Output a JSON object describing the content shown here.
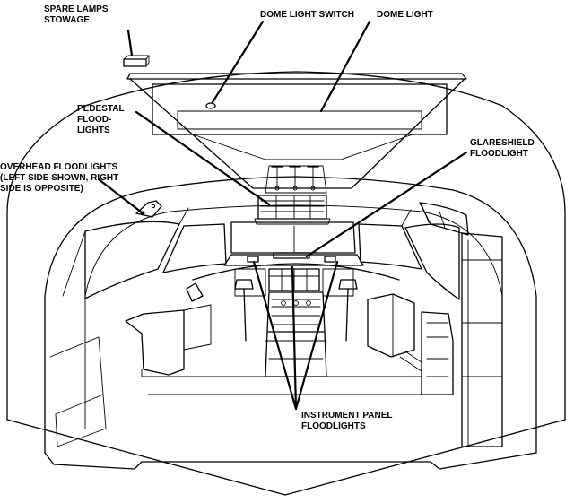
{
  "labels": {
    "spare_lamps_1": "SPARE LAMPS",
    "spare_lamps_2": "STOWAGE",
    "dome_switch": "DOME LIGHT SWITCH",
    "dome_light": "DOME LIGHT",
    "pedestal_1": "PEDESTAL",
    "pedestal_2": "FLOOD-",
    "pedestal_3": "LIGHTS",
    "glareshield_1": "GLARESHIELD",
    "glareshield_2": "FLOODLIGHT",
    "overhead_1": "OVERHEAD FLOODLIGHTS",
    "overhead_2": "(LEFT SIDE SHOWN, RIGHT",
    "overhead_3": "SIDE IS OPPOSITE)",
    "instrument_1": "INSTRUMENT PANEL",
    "instrument_2": "FLOODLIGHTS"
  }
}
